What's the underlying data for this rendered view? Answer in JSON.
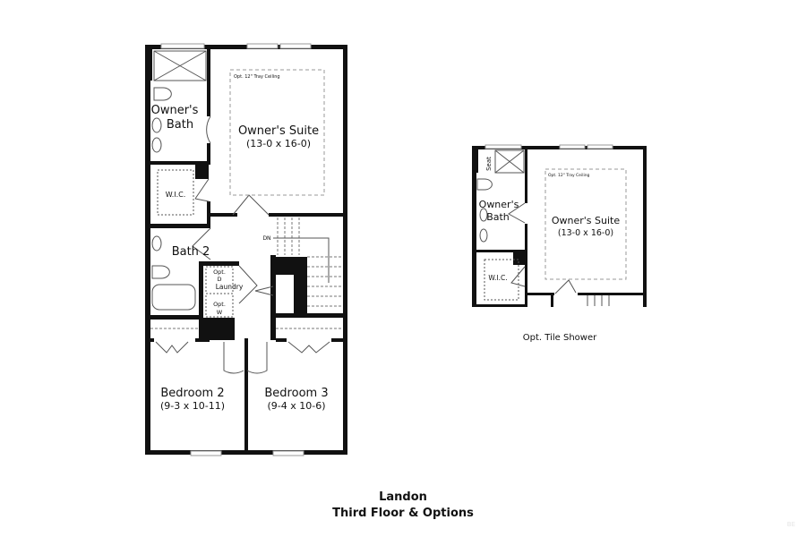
{
  "plan_main": {
    "owners_bath": [
      "Owner's",
      "Bath"
    ],
    "owners_suite": "Owner's Suite",
    "owners_suite_size": "(13-0 x 16-0)",
    "tray_ceiling": "Opt. 12\" Tray Ceiling",
    "wic": "W.I.C.",
    "bath2": "Bath 2",
    "dn": "DN",
    "laundry_d": [
      "Opt.",
      "D"
    ],
    "laundry": "Laundry",
    "laundry_w": [
      "Opt.",
      "W"
    ],
    "bedroom2": "Bedroom 2",
    "bedroom2_size": "(9-3 x 10-11)",
    "bedroom3": "Bedroom 3",
    "bedroom3_size": "(9-4 x 10-6)"
  },
  "plan_option": {
    "seat": "Seat",
    "owners_bath": [
      "Owner's",
      "Bath"
    ],
    "owners_suite": "Owner's Suite",
    "owners_suite_size": "(13-0 x 16-0)",
    "tray_ceiling": "Opt. 12\" Tray Ceiling",
    "wic": "W.I.C.",
    "caption": "Opt. Tile Shower"
  },
  "footer": {
    "name": "Landon",
    "subtitle": "Third Floor & Options"
  },
  "watermark": "BE",
  "colors": {
    "wall": "#111111",
    "dashed": "#9a9a9a",
    "window": "#bbbbbb"
  }
}
